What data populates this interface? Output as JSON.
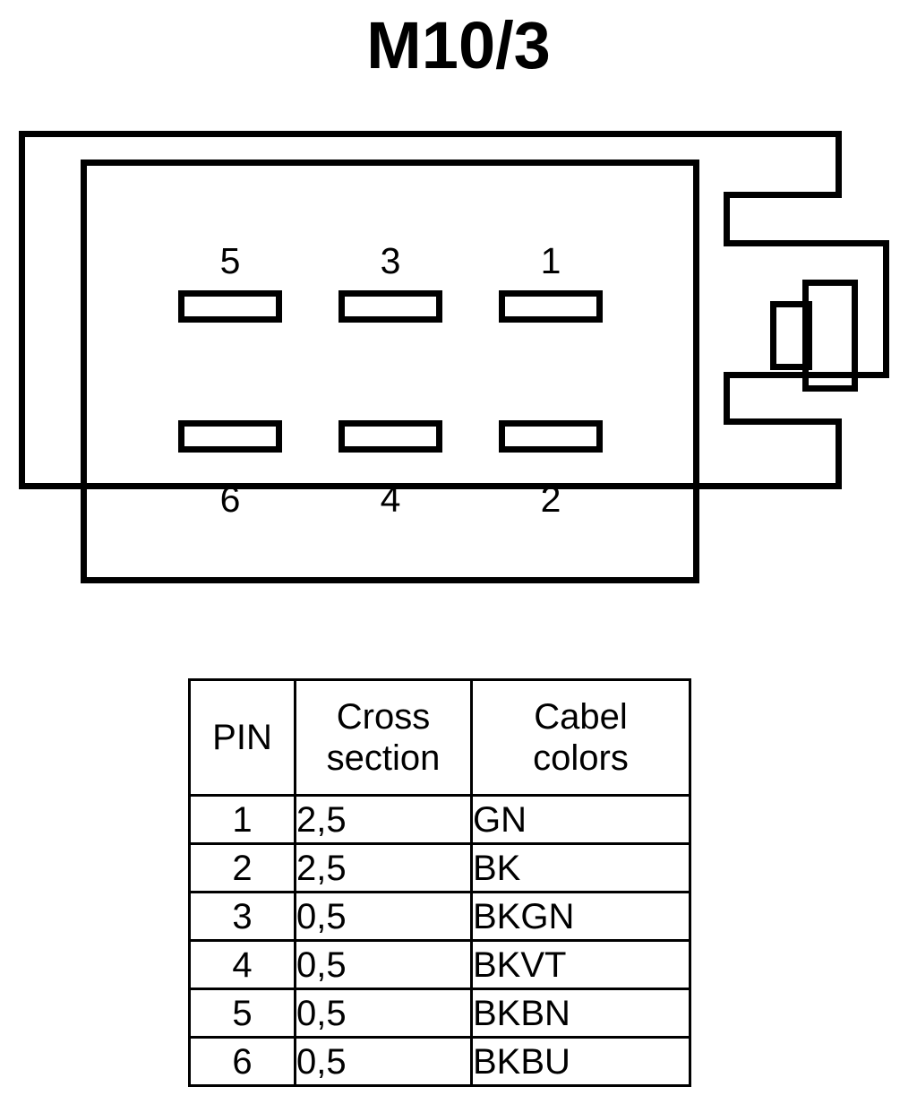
{
  "title": "M10/3",
  "connector": {
    "name": "6-way automotive connector housing",
    "orientation": "latch on right side",
    "pins_top_row": [
      {
        "number": "5"
      },
      {
        "number": "3"
      },
      {
        "number": "1"
      }
    ],
    "pins_bottom_row": [
      {
        "number": "6"
      },
      {
        "number": "4"
      },
      {
        "number": "2"
      }
    ],
    "line_color": "#000000",
    "fill_color": "#ffffff"
  },
  "table": {
    "headers": {
      "pin": "PIN",
      "cross_line1": "Cross",
      "cross_line2": "section",
      "color_line1": "Cabel",
      "color_line2": "colors"
    },
    "rows": [
      {
        "pin": "1",
        "cross_section": "2,5",
        "cable_color": "GN"
      },
      {
        "pin": "2",
        "cross_section": "2,5",
        "cable_color": "BK"
      },
      {
        "pin": "3",
        "cross_section": "0,5",
        "cable_color": "BKGN"
      },
      {
        "pin": "4",
        "cross_section": "0,5",
        "cable_color": "BKVT"
      },
      {
        "pin": "5",
        "cross_section": "0,5",
        "cable_color": "BKBN"
      },
      {
        "pin": "6",
        "cross_section": "0,5",
        "cable_color": "BKBU"
      }
    ]
  }
}
